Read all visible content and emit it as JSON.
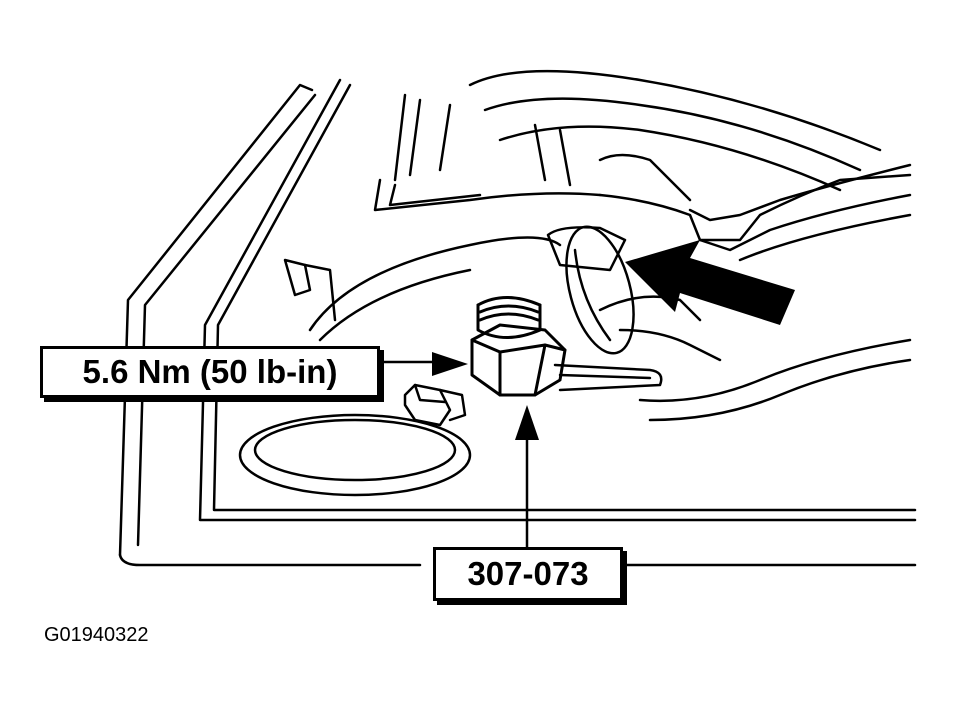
{
  "torque_callout": {
    "text": "5.6 Nm (50 lb-in)"
  },
  "tool_callout": {
    "text": "307-073"
  },
  "figure_id": "G01940322",
  "icons": [
    "drain-plug-icon",
    "leader-arrow-icon",
    "pointer-arrow-icon"
  ],
  "colors": {
    "ink": "#000000",
    "paper": "#ffffff"
  }
}
